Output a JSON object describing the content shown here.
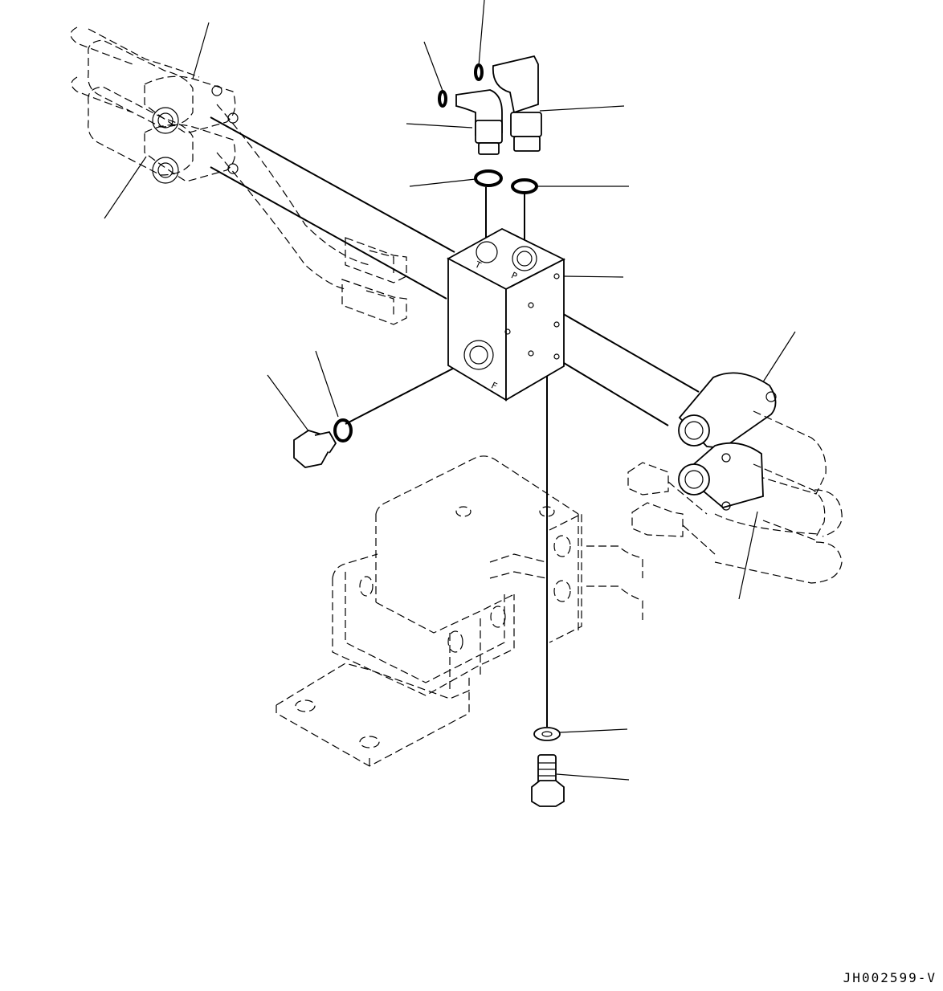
{
  "drawing": {
    "code": "JH002599-V",
    "port_marks": [
      "T",
      "P",
      "F"
    ]
  }
}
